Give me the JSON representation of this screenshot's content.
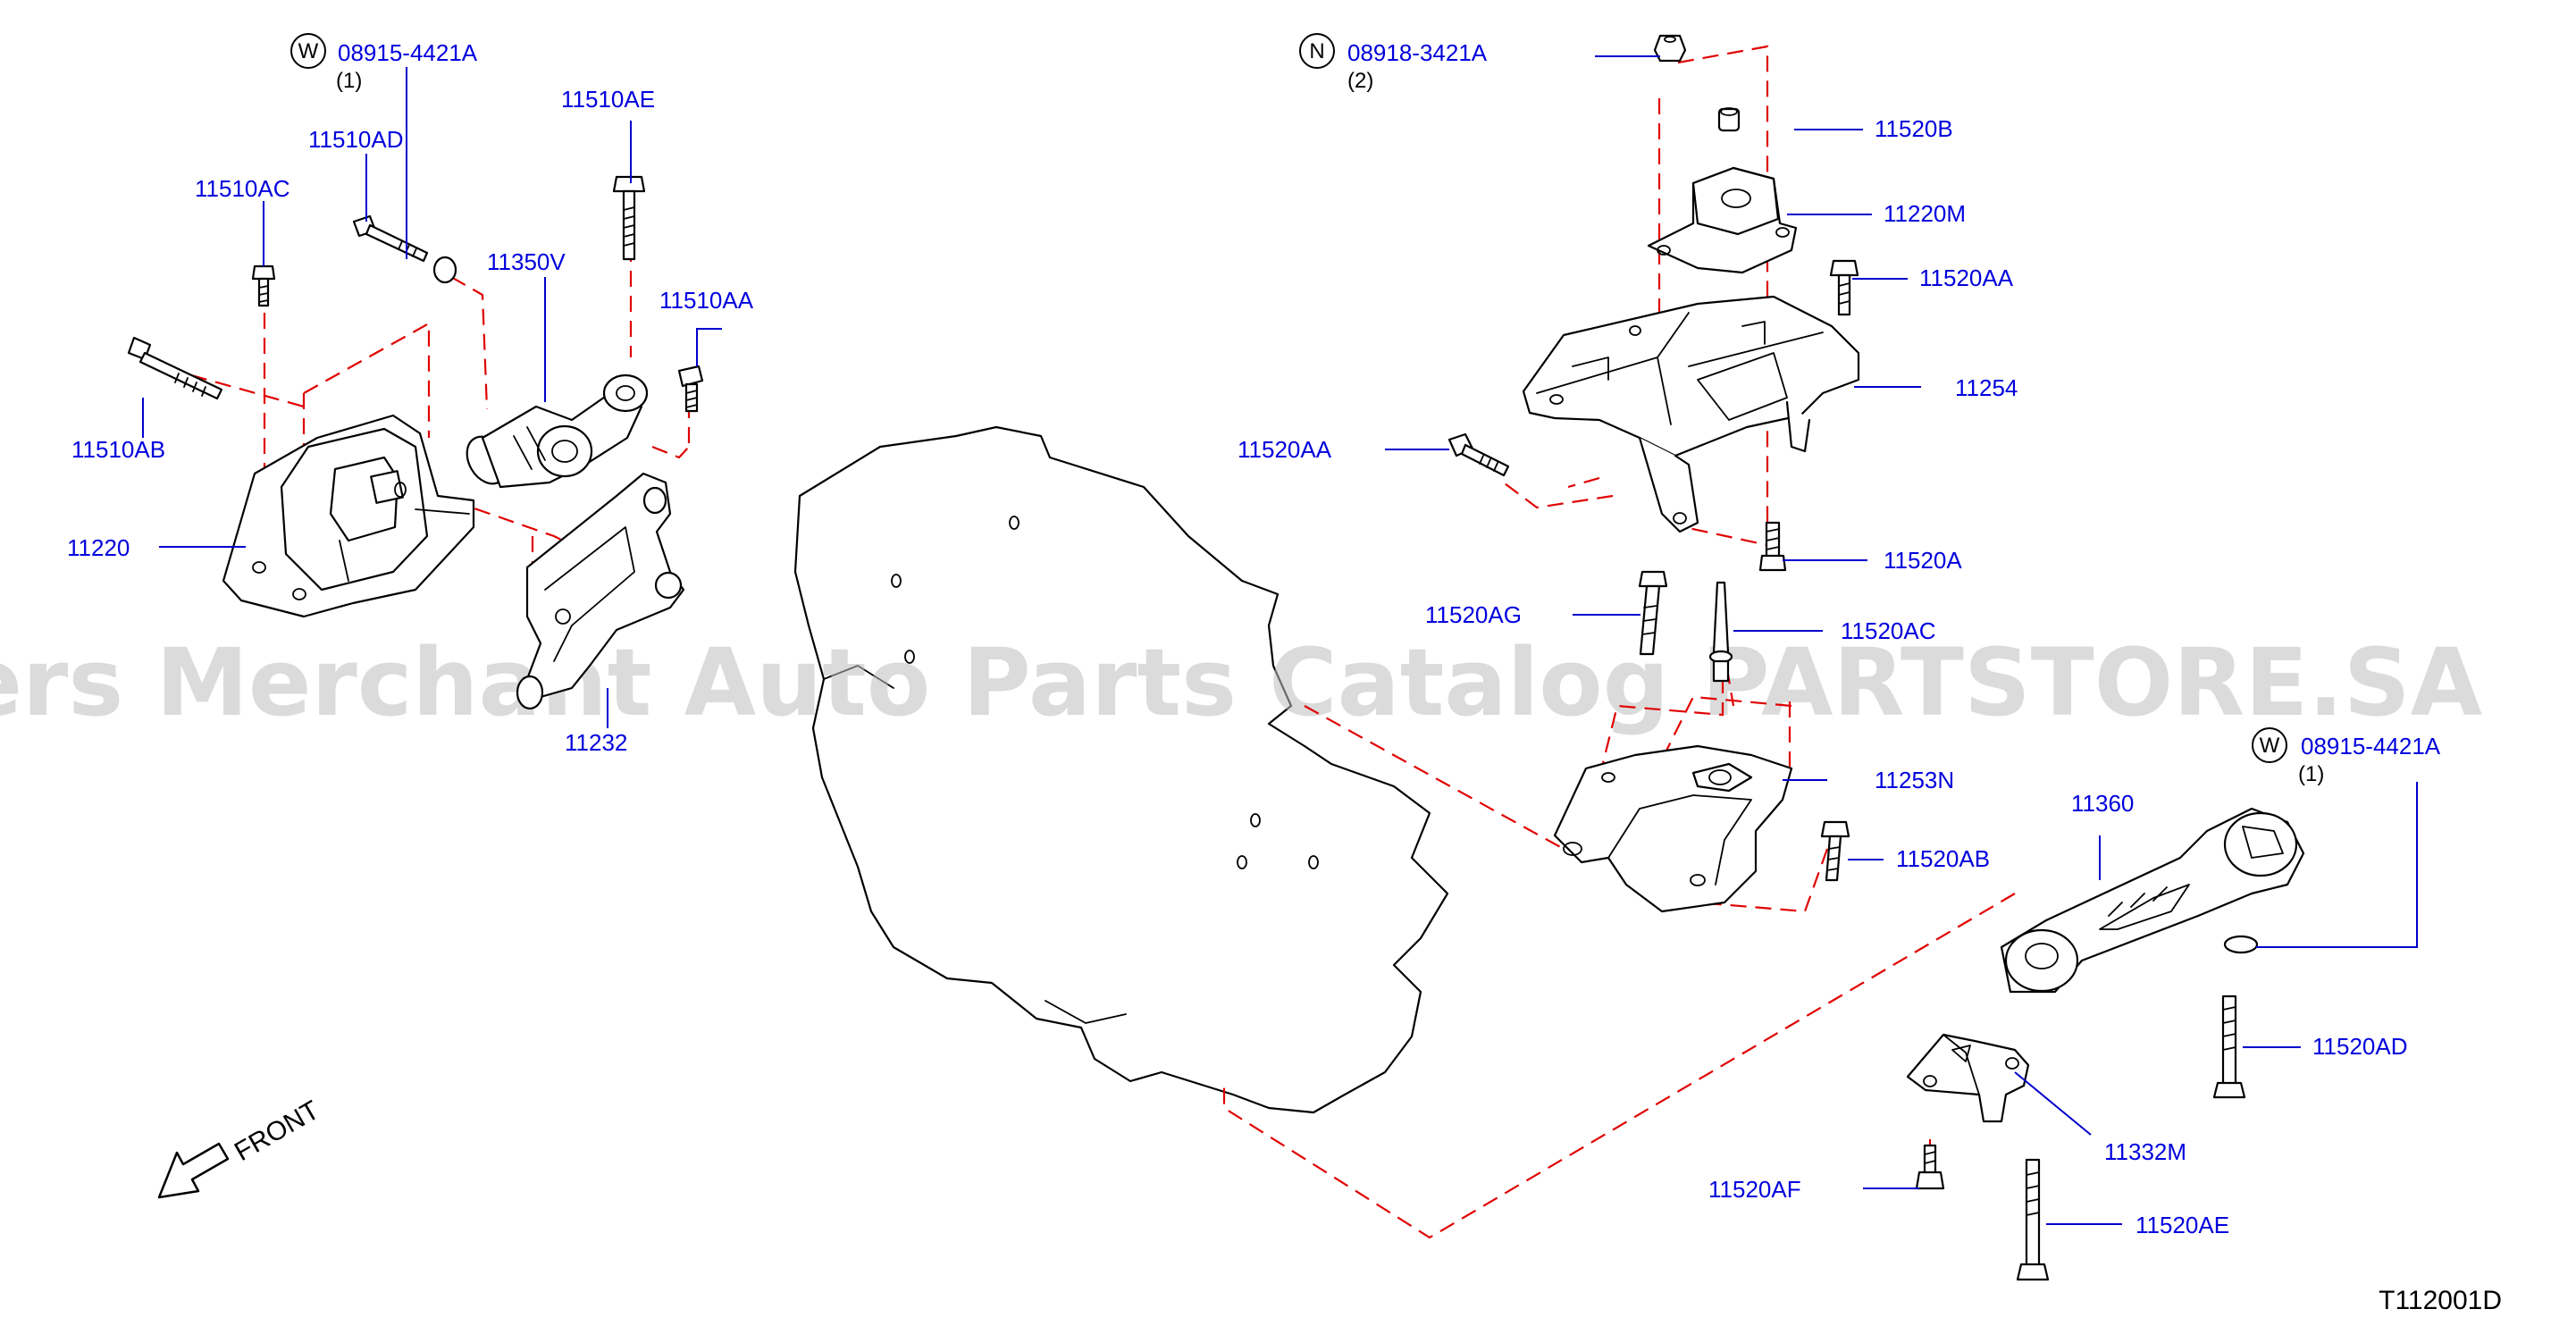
{
  "diagram": {
    "watermark": "Offers Merchant Auto Parts Catalog PARTSTORE.SA",
    "figure_code": "T112001D",
    "front_label": "FRONT",
    "marker_w": "W",
    "marker_n": "N",
    "parts": {
      "p08915_4421A_top": "08915-4421A",
      "p08915_4421A_top_qty": "(1)",
      "p11510AD": "11510AD",
      "p11510AE": "11510AE",
      "p11510AC": "11510AC",
      "p11350V": "11350V",
      "p11510AA": "11510AA",
      "p11510AB": "11510AB",
      "p11220": "11220",
      "p11232": "11232",
      "p08918_3421A": "08918-3421A",
      "p08918_3421A_qty": "(2)",
      "p11520B": "11520B",
      "p11220M": "11220M",
      "p11520AA_right": "11520AA",
      "p11254": "11254",
      "p11520AA_left": "11520AA",
      "p11520A": "11520A",
      "p11520AG": "11520AG",
      "p11520AC": "11520AC",
      "p11253N": "11253N",
      "p11520AB": "11520AB",
      "p08915_4421A_right": "08915-4421A",
      "p08915_4421A_right_qty": "(1)",
      "p11360": "11360",
      "p11520AD": "11520AD",
      "p11332M": "11332M",
      "p11520AF": "11520AF",
      "p11520AE": "11520AE"
    }
  },
  "colors": {
    "label": "#0000dd",
    "leader": "#0000cc",
    "dashed_line": "#e00000",
    "linework": "#000000",
    "watermark": "#bdbdbd"
  }
}
